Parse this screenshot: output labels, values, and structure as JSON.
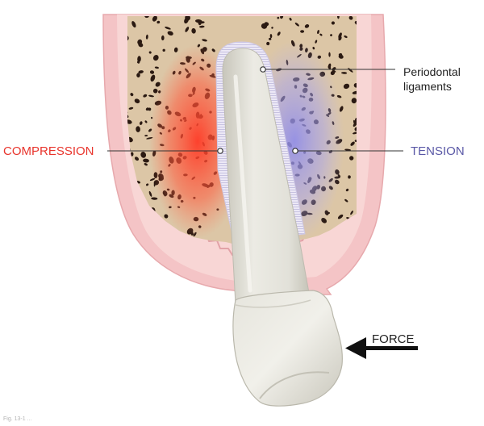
{
  "labels": {
    "periodontal_line1": "Periodontal",
    "periodontal_line2": "ligaments",
    "compression": "COMPRESSION",
    "tension": "TENSION",
    "force": "FORCE",
    "figure_caption": "Fig. 13-1  ..."
  },
  "colors": {
    "compression": "#e8342c",
    "tension": "#5a58a6",
    "gingiva": "#f4c4c6",
    "bone": "#dcc6a6",
    "tooth": "#e9e8e0",
    "marrow": "#2b1a12"
  },
  "icons": {
    "force_arrow": "left-arrow-icon"
  }
}
